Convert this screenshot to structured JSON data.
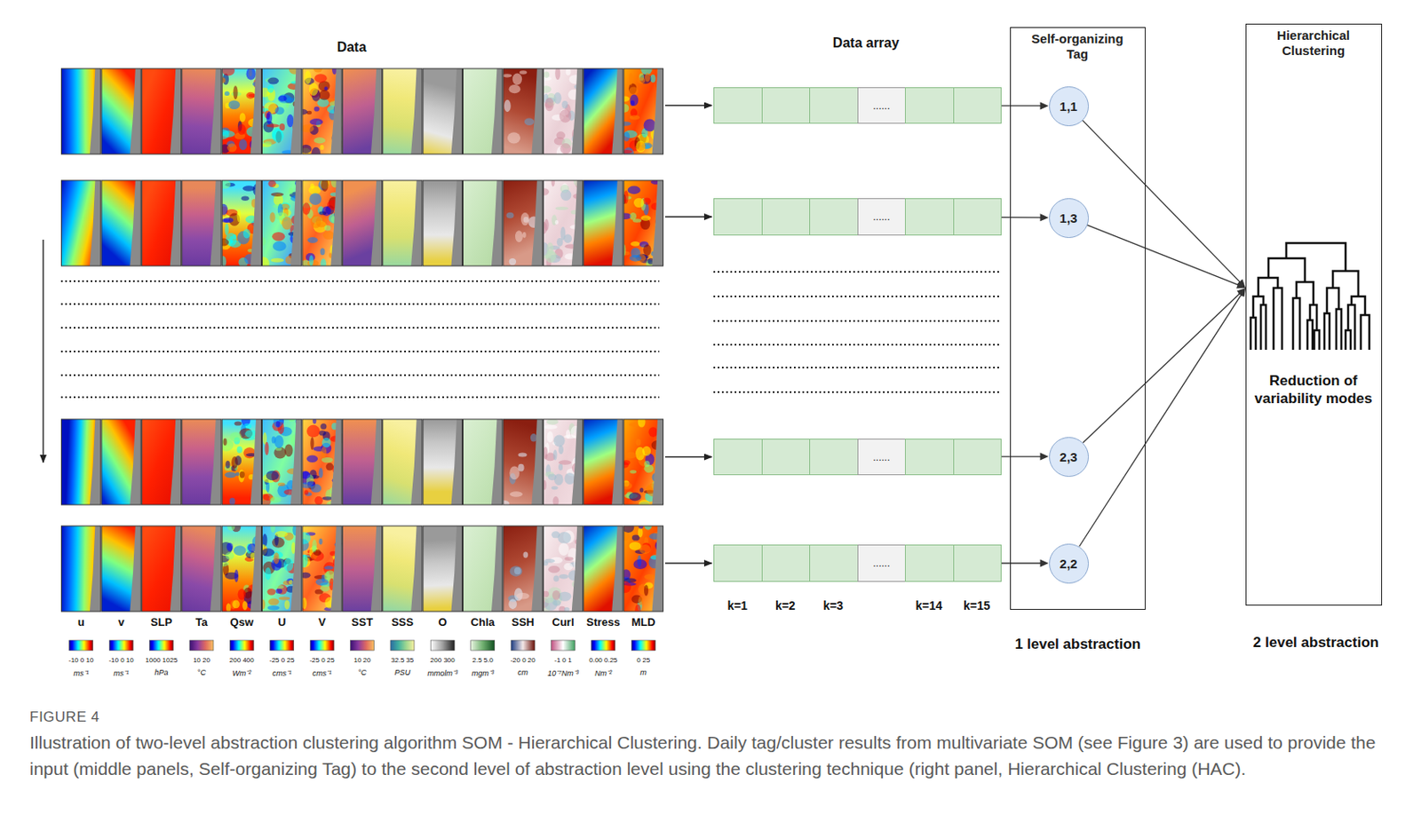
{
  "diagram": {
    "caption": "Illustration of two-level abstraction clustering algorithm SOM - Hierarchical Clustering. Daily tag/cluster results from multivariate SOM (see Figure 3) are used to provide the input (middle panels, Self-organizing Tag) to the second level of abstraction level using the clustering technique (right panel, Hierarchical Clustering (HAC).",
    "nodes": [
      {
        "text": [
          "......"
        ]
      },
      {
        "text": [
          "......"
        ]
      },
      {
        "text": [
          "......"
        ]
      },
      {
        "text": [
          "......"
        ]
      },
      {
        "text": [
          "Self-organizing Tag"
        ]
      },
      {
        "text": [
          "1,1"
        ],
        "in": 4
      },
      {
        "text": [
          "1,3"
        ],
        "in": 4
      },
      {
        "text": [
          "2,3"
        ],
        "in": 4
      },
      {
        "text": [
          "2,2"
        ],
        "in": 4
      },
      {
        "text": [
          "Hierarchical Clustering",
          "Reduction of variability modes"
        ]
      }
    ],
    "edges": [
      {
        "from": 0,
        "to": 5,
        "arrow": "to"
      },
      {
        "from": 1,
        "to": 6,
        "arrow": "to"
      },
      {
        "from": 2,
        "to": 7,
        "arrow": "to"
      },
      {
        "from": 3,
        "to": 8,
        "arrow": "to"
      },
      {
        "from": 5,
        "to": 9,
        "arrow": "to"
      },
      {
        "from": 6,
        "to": 9,
        "arrow": "to"
      },
      {
        "from": 7,
        "to": 9,
        "arrow": "to"
      },
      {
        "from": 8,
        "to": 9,
        "arrow": "to"
      }
    ],
    "labels": [
      "Data",
      "Data array",
      "u",
      "v",
      "SLP",
      "Ta",
      "Qsw",
      "U",
      "V",
      "SST",
      "SSS",
      "O",
      "Chla",
      "SSH",
      "Curl",
      "Stress",
      "MLD",
      "-10 0 10",
      "-10 0 10",
      "1000 1025",
      "10 20",
      "200 400",
      "-25 0 25",
      "-25 0 25",
      "10 20",
      "32.5 35",
      "200 300",
      "2.5 5.0",
      "-20 0 20",
      "-1 0 1",
      "0.00 0.25",
      "0 25",
      "ms⁻¹",
      "ms⁻¹",
      "hPa",
      "°C",
      "Wm⁻²",
      "cms⁻¹",
      "cms⁻¹",
      "°C",
      "PSU",
      "mmolm⁻³",
      "mgm⁻³",
      "cm",
      "10⁻⁷Nm⁻³",
      "Nm⁻²",
      "m",
      "k=1",
      "k=2",
      "k=3",
      "k=14",
      "k=15",
      "1 level abstraction",
      "2 level abstraction",
      "FIGURE 4"
    ]
  }
}
